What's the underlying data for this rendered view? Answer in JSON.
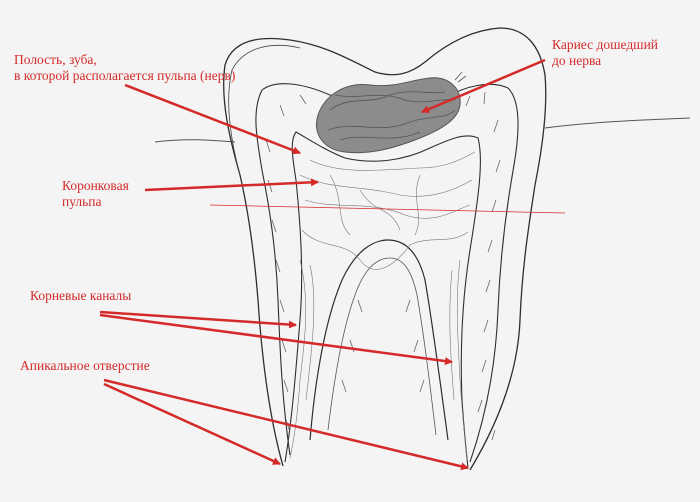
{
  "colors": {
    "annotation": "#d42a2a",
    "ink": "#2e2e2e",
    "caries_fill": "#8c8c8c",
    "paper": "#f4f4f4"
  },
  "labels": {
    "cavity": {
      "line1": "Полость, зуба,",
      "line2": "в которой располагается пульпа (нерв)"
    },
    "caries": {
      "line1": "Кариес дошедший",
      "line2": "до нерва"
    },
    "crown_pulp": {
      "line1": "Коронковая",
      "line2": "пульпа"
    },
    "root_canals": "Корневые каналы",
    "apical_foramen": "Апикальное отверстие"
  }
}
